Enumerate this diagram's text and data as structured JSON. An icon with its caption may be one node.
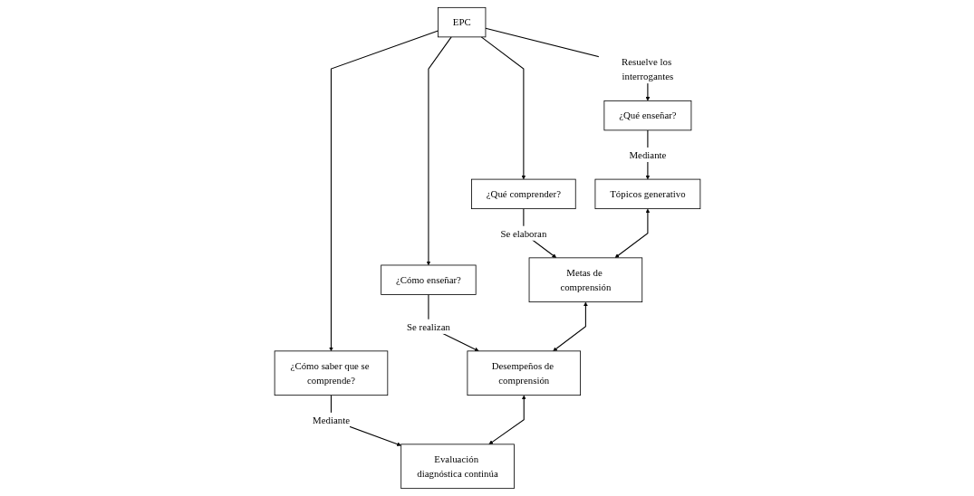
{
  "diagram": {
    "nodes": [
      {
        "text": [
          "EPC"
        ]
      },
      {
        "text": [
          "¿Qué enseñar?"
        ]
      },
      {
        "text": [
          "¿Qué comprender?"
        ]
      },
      {
        "text": [
          "¿Cómo enseñar?"
        ]
      },
      {
        "text": [
          "¿Cómo saber que se comprende?"
        ]
      },
      {
        "text": [
          "Tópicos generativo"
        ]
      },
      {
        "text": [
          "Metas de comprensión"
        ]
      },
      {
        "text": [
          "Desempeños de comprensión"
        ]
      },
      {
        "text": [
          "Evaluación diagnóstica continúa"
        ]
      }
    ],
    "edges": [
      {
        "from": 0,
        "to": 1,
        "arrow": "to",
        "label": "Resuelve los interrogantes"
      },
      {
        "from": 0,
        "to": 2,
        "arrow": "to"
      },
      {
        "from": 0,
        "to": 3,
        "arrow": "to"
      },
      {
        "from": 0,
        "to": 4,
        "arrow": "to"
      },
      {
        "from": 1,
        "to": 5,
        "arrow": "to",
        "label": "Mediante"
      },
      {
        "from": 2,
        "to": 6,
        "arrow": "to",
        "label": "Se elaboran"
      },
      {
        "from": 3,
        "to": 7,
        "arrow": "to",
        "label": "Se realizan"
      },
      {
        "from": 4,
        "to": 8,
        "arrow": "to",
        "label": "Mediante"
      },
      {
        "from": 5,
        "to": 6,
        "arrow": "both"
      },
      {
        "from": 6,
        "to": 7,
        "arrow": "both"
      },
      {
        "from": 7,
        "to": 8,
        "arrow": "both"
      }
    ]
  }
}
